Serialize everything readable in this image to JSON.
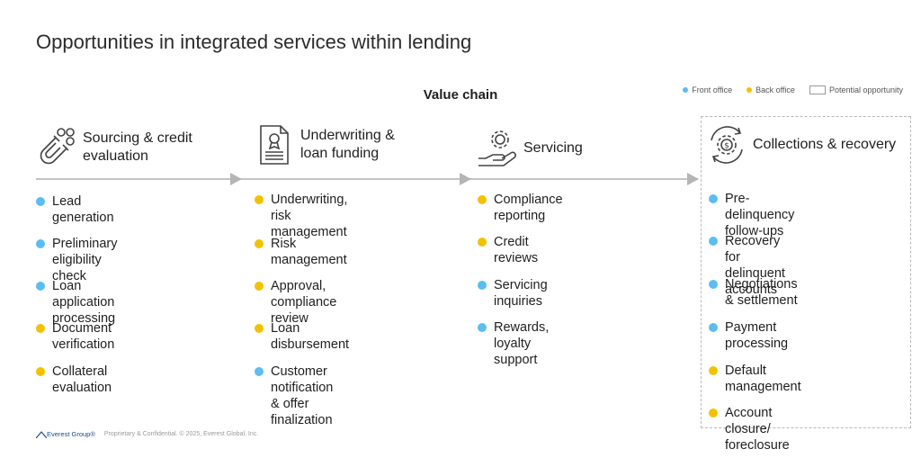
{
  "title": "Opportunities in integrated services within lending",
  "value_chain_title": "Value chain",
  "colors": {
    "front_office": "#5bbdf0",
    "back_office": "#f2c200",
    "line": "#bdbdbd"
  },
  "legend": {
    "front_office": "Front office",
    "back_office": "Back office",
    "potential_opportunity": "Potential opportunity"
  },
  "stages": [
    {
      "label": "Sourcing & credit\nevaluation",
      "icon": "magnet-icon",
      "items": [
        {
          "text": "Lead generation",
          "type": "front_office"
        },
        {
          "text": "Preliminary eligibility check",
          "type": "front_office"
        },
        {
          "text": "Loan application processing",
          "type": "front_office"
        },
        {
          "text": "Document verification",
          "type": "back_office"
        },
        {
          "text": "Collateral evaluation",
          "type": "back_office"
        }
      ]
    },
    {
      "label": "Underwriting &\nloan funding",
      "icon": "certificate-document-icon",
      "items": [
        {
          "text": "Underwriting, risk\nmanagement",
          "type": "back_office"
        },
        {
          "text": "Risk management",
          "type": "back_office"
        },
        {
          "text": "Approval, compliance review",
          "type": "back_office"
        },
        {
          "text": "Loan disbursement",
          "type": "back_office"
        },
        {
          "text": "Customer notification\n& offer finalization",
          "type": "front_office"
        }
      ]
    },
    {
      "label": "Servicing",
      "icon": "hand-gear-icon",
      "items": [
        {
          "text": "Compliance reporting",
          "type": "back_office"
        },
        {
          "text": "Credit reviews",
          "type": "back_office"
        },
        {
          "text": "Servicing inquiries",
          "type": "front_office"
        },
        {
          "text": "Rewards, loyalty support",
          "type": "front_office"
        }
      ]
    },
    {
      "label": "Collections & recovery",
      "icon": "dollar-gear-cycle-icon",
      "items": [
        {
          "text": "Pre-delinquency follow-ups",
          "type": "front_office"
        },
        {
          "text": "Recovery for delinquent\naccounts",
          "type": "front_office"
        },
        {
          "text": "Negotiations & settlement",
          "type": "front_office"
        },
        {
          "text": "Payment processing",
          "type": "front_office"
        },
        {
          "text": "Default management",
          "type": "back_office"
        },
        {
          "text": "Account closure/ foreclosure",
          "type": "back_office"
        }
      ]
    }
  ],
  "footer": {
    "logo_text": "Everest Group®",
    "copyright": "Proprietary & Confidential. © 2025, Everest Global, Inc."
  }
}
